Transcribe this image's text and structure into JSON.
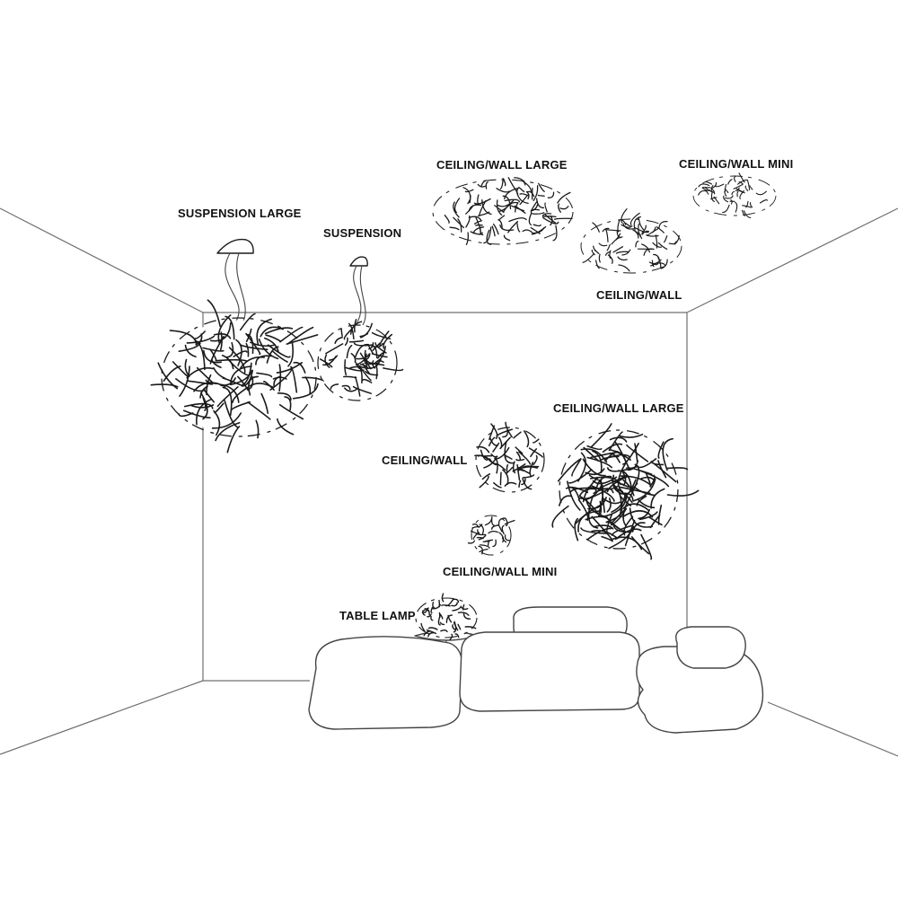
{
  "labels": {
    "suspension_large": "SUSPENSION LARGE",
    "suspension": "SUSPENSION",
    "ceiling_wall_large_top": "CEILING/WALL LARGE",
    "ceiling_wall_mini_top": "CEILING/WALL MINI",
    "ceiling_wall_top": "CEILING/WALL",
    "ceiling_wall_large_wall": "CEILING/WALL LARGE",
    "ceiling_wall_wall": "CEILING/WALL",
    "ceiling_wall_mini_wall": "CEILING/WALL MINI",
    "table_lamp": "TABLE LAMP"
  },
  "colors": {
    "ink": "#1a1a1a",
    "room_edges": "#6f6f6f",
    "furniture_outline": "#444444",
    "background": "#ffffff"
  }
}
